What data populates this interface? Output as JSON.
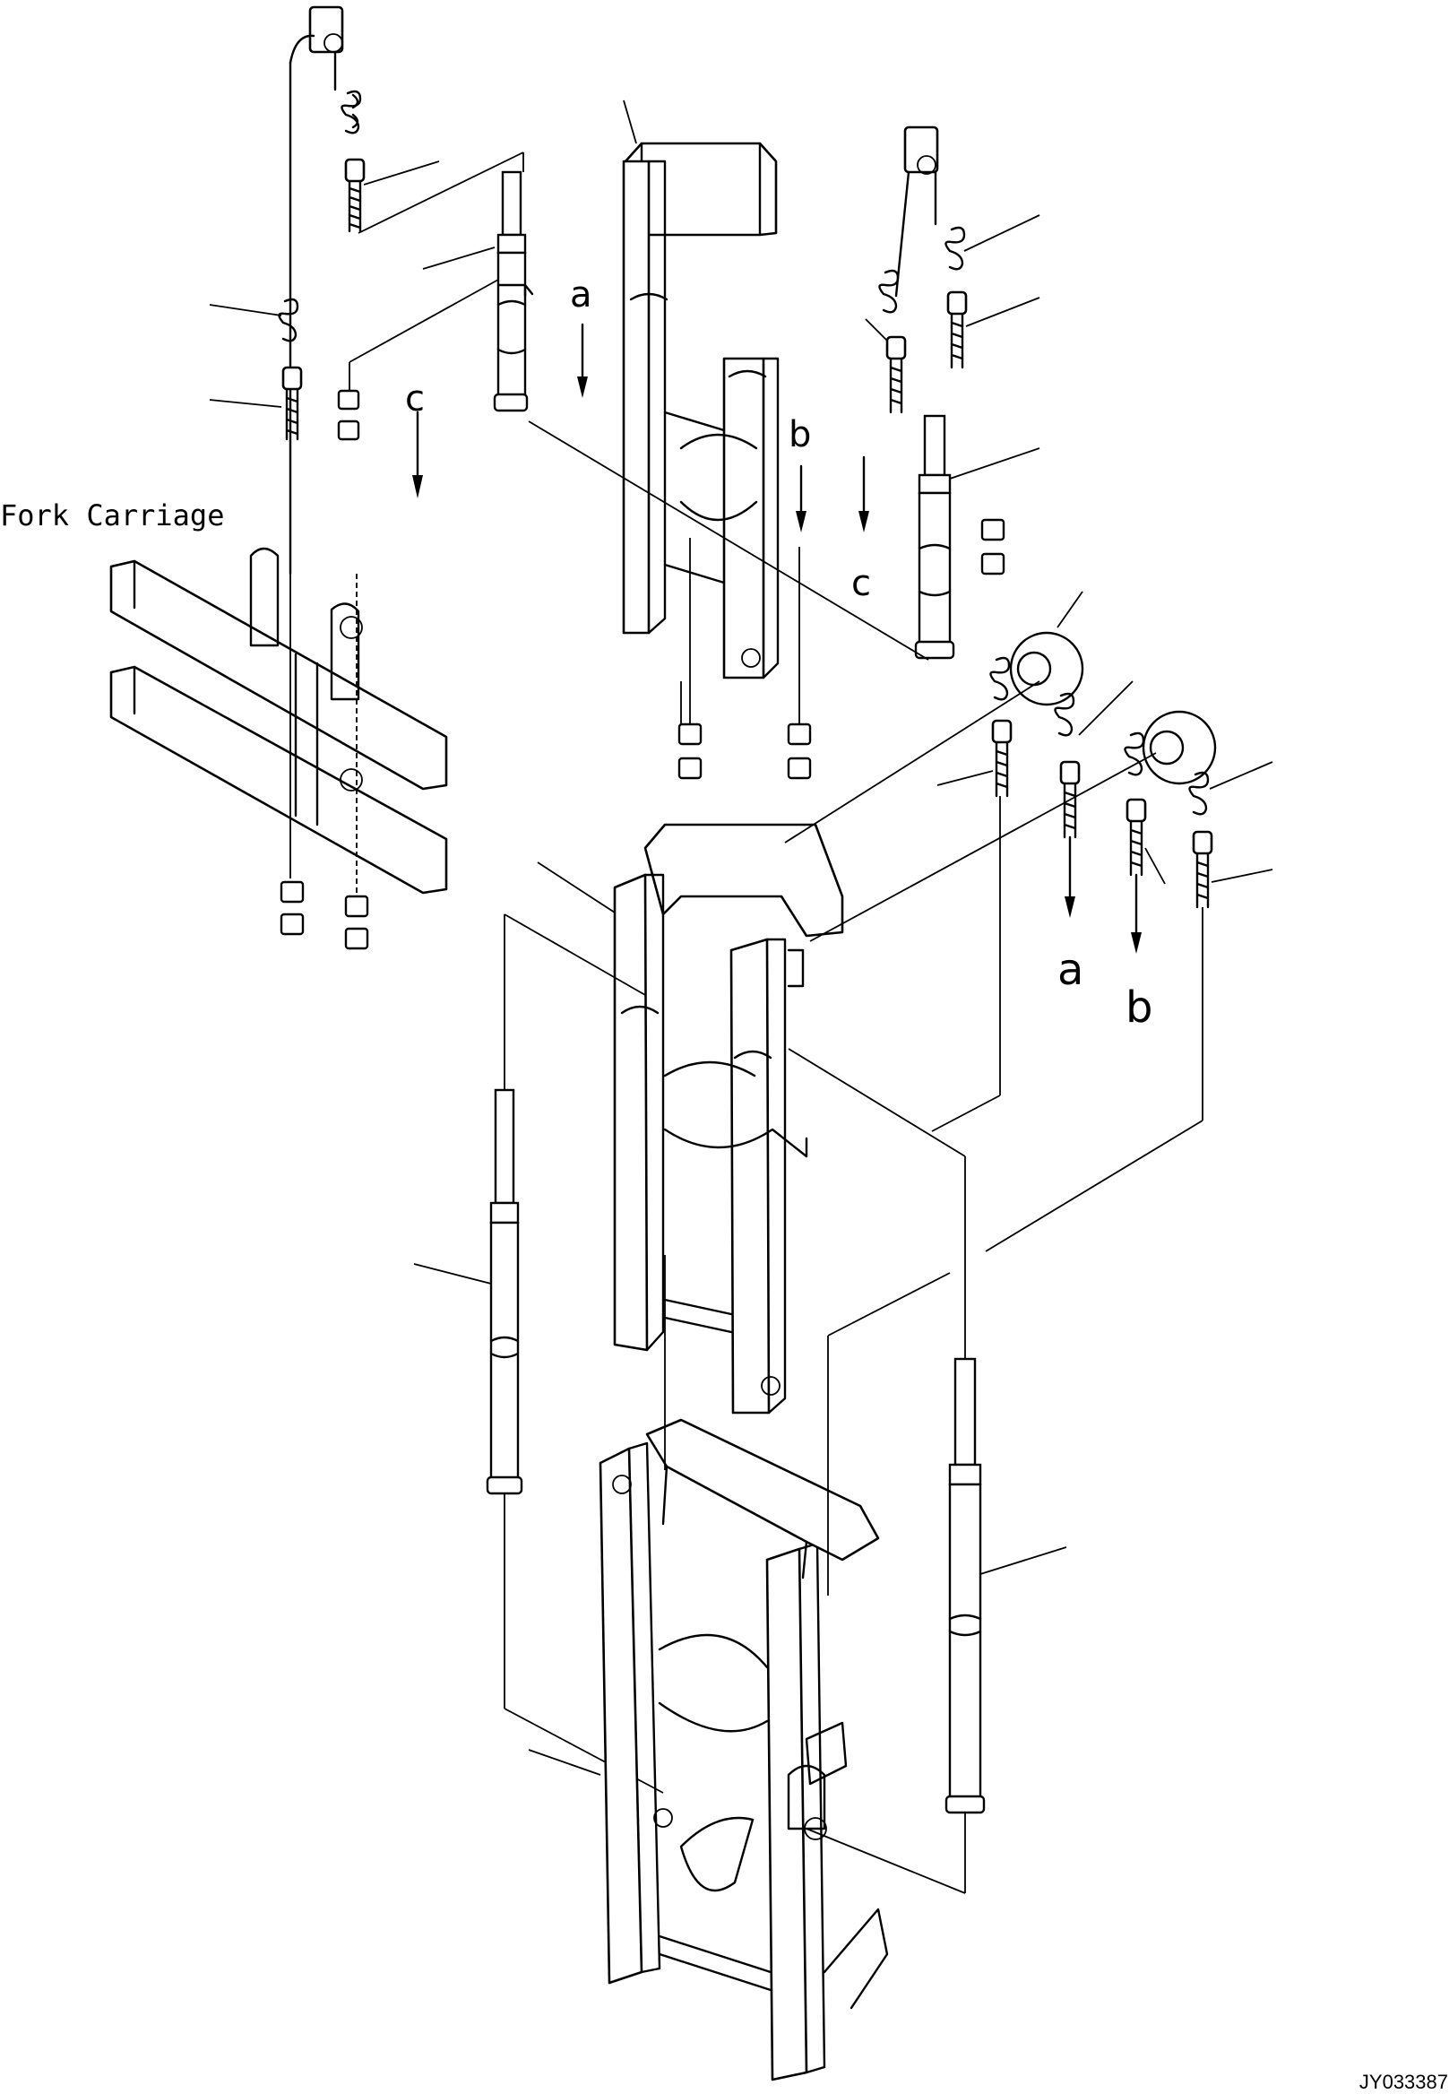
{
  "labels": {
    "fork_carriage": "Fork Carriage",
    "a_top": "a",
    "b_top": "b",
    "c_left": "c",
    "c_right": "c",
    "a_bottom": "a",
    "b_bottom": "b"
  },
  "drawing_id": "JY033387"
}
